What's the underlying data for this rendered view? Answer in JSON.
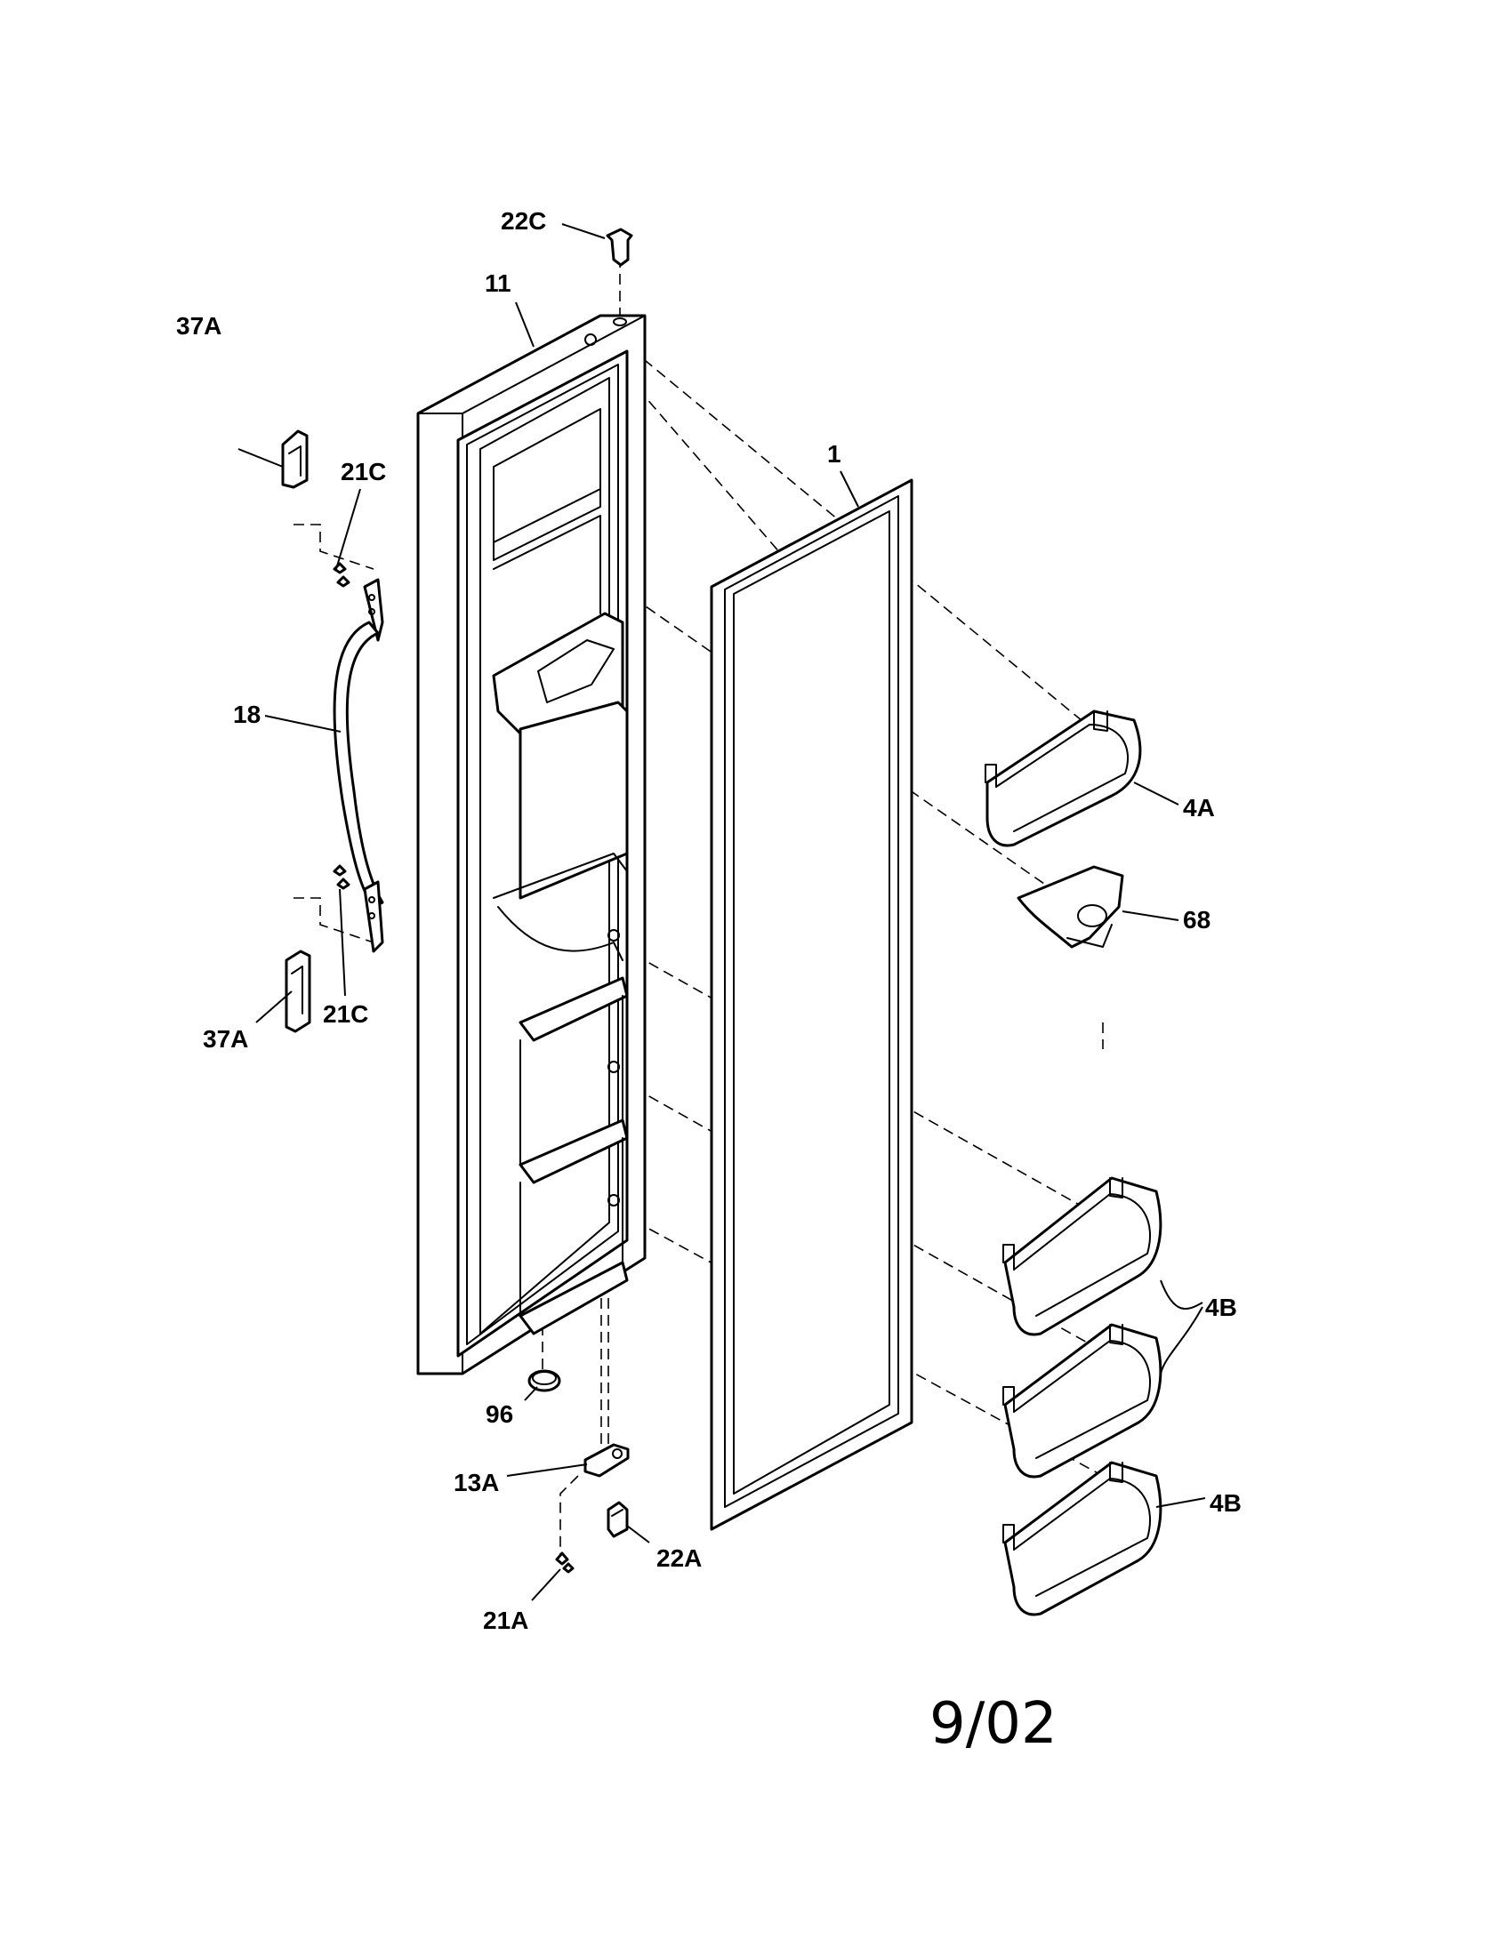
{
  "callouts": {
    "c22C": "22C",
    "c11": "11",
    "c37A_top": "37A",
    "c21C_top": "21C",
    "c1": "1",
    "c18": "18",
    "c4A": "4A",
    "c68": "68",
    "c37A_bottom": "37A",
    "c21C_bottom": "21C",
    "c4B_upper": "4B",
    "c96": "96",
    "c13A": "13A",
    "c22A": "22A",
    "c4B_lower": "4B",
    "c21A": "21A"
  },
  "date_code": "9/02",
  "colors": {
    "line": "#000000",
    "background": "#ffffff"
  }
}
